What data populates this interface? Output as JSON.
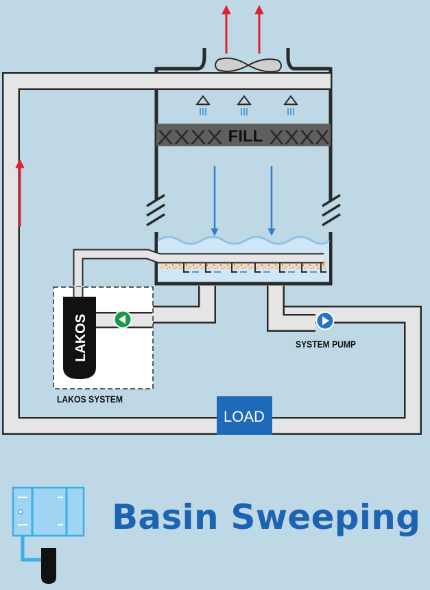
{
  "labels": {
    "fill": "FILL",
    "fill_marks_left": "XXXX",
    "fill_marks_right": "XXXX",
    "lakos": "LAKOS",
    "lakos_system": "LAKOS SYSTEM",
    "system_pump": "SYSTEM PUMP",
    "load": "LOAD"
  },
  "title": "Basin Sweeping",
  "colors": {
    "background": "#bfd8e5",
    "pipe_fill": "#e5e5e5",
    "outline": "#2a2a2a",
    "airflow_arrow": "#e0202c",
    "water_arrow": "#2f7fc9",
    "spray": "#3d9bd8",
    "basin_water": "#cfe6f6",
    "sediment": "#c9a77e",
    "lakos_pump": "#1a9a44",
    "system_pump": "#2474c5",
    "load_box": "#1e6ab8",
    "title": "#1c64b3",
    "icon_fill": "#9fd4f2",
    "icon_pipe": "#39aee8"
  },
  "icons": {
    "fan": "fan-icon",
    "spray": "spray-nozzle-icon",
    "lakos_pump": "pump-left-arrow-icon",
    "system_pump": "pump-right-arrow-icon",
    "title_icon": "basin-sweep-icon"
  }
}
